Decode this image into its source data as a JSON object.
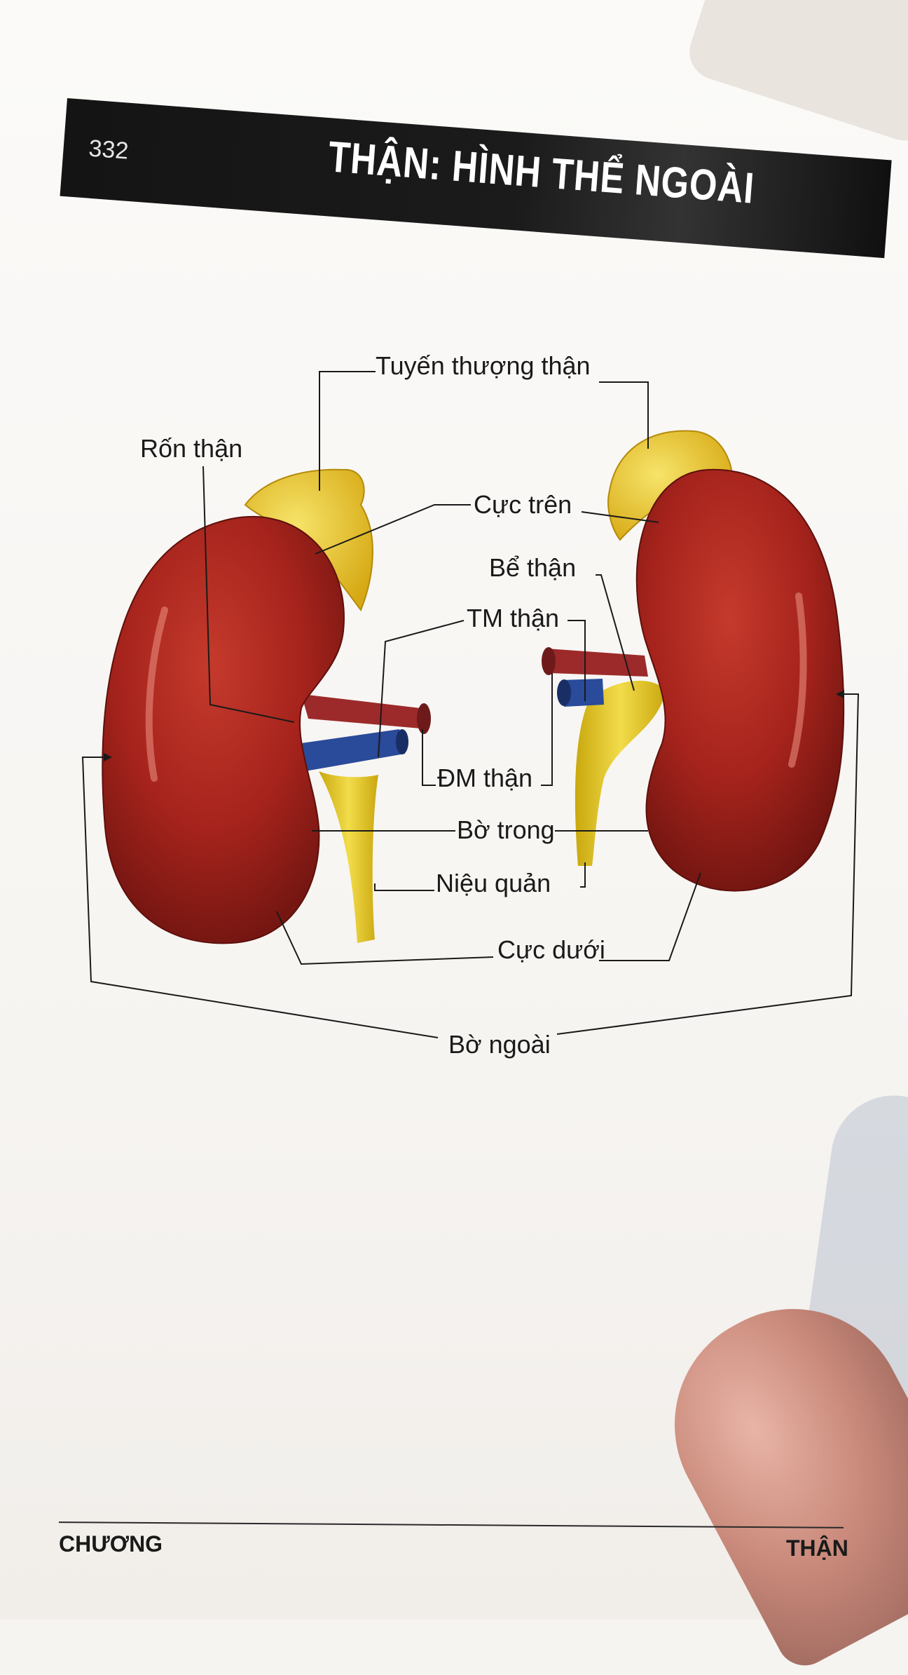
{
  "header": {
    "page_number": "332",
    "title": "THẬN: HÌNH THỂ NGOÀI"
  },
  "labels": {
    "adrenal": "Tuyến thượng thận",
    "hilum": "Rốn thận",
    "upper_pole": "Cực trên",
    "pelvis": "Bể thận",
    "renal_vein": "TM thận",
    "renal_artery": "ĐM thận",
    "medial_border": "Bờ trong",
    "ureter": "Niệu quản",
    "lower_pole": "Cực dưới",
    "lateral_border": "Bờ ngoài"
  },
  "footer": {
    "left": "CHƯƠNG",
    "right": "THẬN"
  },
  "colors": {
    "kidney": "#a5231c",
    "adrenal": "#e8c21d",
    "artery": "#9c2a2a",
    "vein": "#2a4a9a",
    "ureter": "#e2c424",
    "banner": "#141414"
  }
}
